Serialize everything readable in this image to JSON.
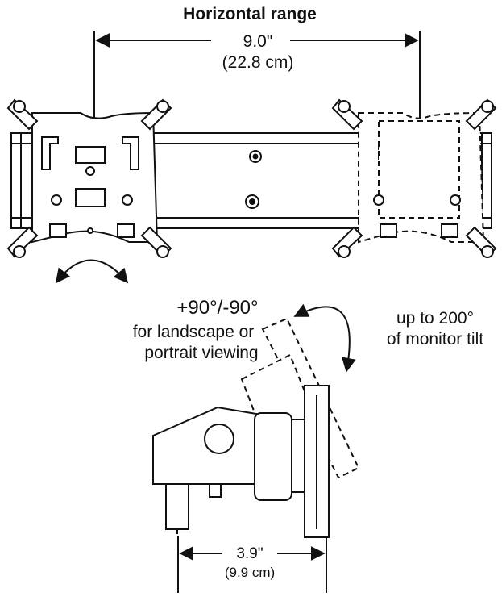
{
  "horizontal": {
    "title": "Horizontal range",
    "value_in": "9.0\"",
    "value_cm": "(22.8 cm)"
  },
  "rotation": {
    "value": "+90°/-90°",
    "line1": "for landscape or",
    "line2": "portrait viewing"
  },
  "tilt": {
    "line1": "up to 200°",
    "line2": "of monitor tilt"
  },
  "depth": {
    "value_in": "3.9\"",
    "value_cm": "(9.9 cm)"
  },
  "colors": {
    "ink": "#111111",
    "background": "#ffffff"
  }
}
